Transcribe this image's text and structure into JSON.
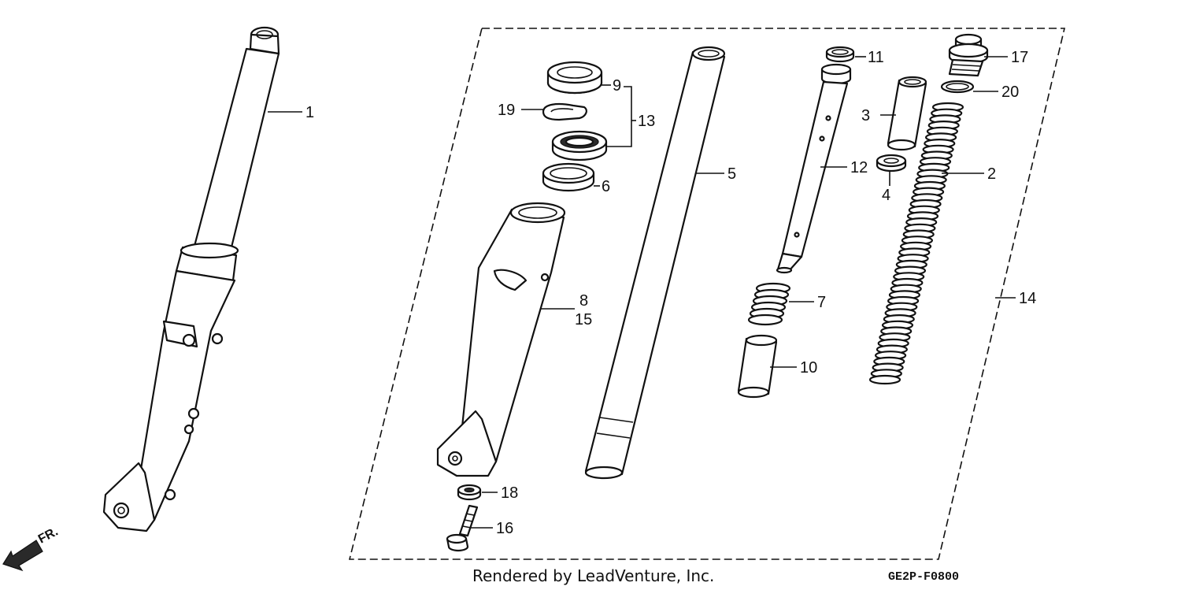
{
  "callouts": [
    {
      "id": "1",
      "text": "1"
    },
    {
      "id": "2",
      "text": "2"
    },
    {
      "id": "3",
      "text": "3"
    },
    {
      "id": "4",
      "text": "4"
    },
    {
      "id": "5",
      "text": "5"
    },
    {
      "id": "6",
      "text": "6"
    },
    {
      "id": "7",
      "text": "7"
    },
    {
      "id": "8",
      "text": "8"
    },
    {
      "id": "9",
      "text": "9"
    },
    {
      "id": "10",
      "text": "10"
    },
    {
      "id": "11",
      "text": "11"
    },
    {
      "id": "12",
      "text": "12"
    },
    {
      "id": "13",
      "text": "13"
    },
    {
      "id": "14",
      "text": "14"
    },
    {
      "id": "15",
      "text": "15"
    },
    {
      "id": "16",
      "text": "16"
    },
    {
      "id": "17",
      "text": "17"
    },
    {
      "id": "18",
      "text": "18"
    },
    {
      "id": "19",
      "text": "19"
    },
    {
      "id": "20",
      "text": "20"
    }
  ],
  "direction_label": "FR.",
  "footer": {
    "rendered_by": "Rendered by LeadVenture, Inc.",
    "diagram_code": "GE2P-F0800"
  },
  "colors": {
    "line": "#111111",
    "background": "#ffffff"
  }
}
